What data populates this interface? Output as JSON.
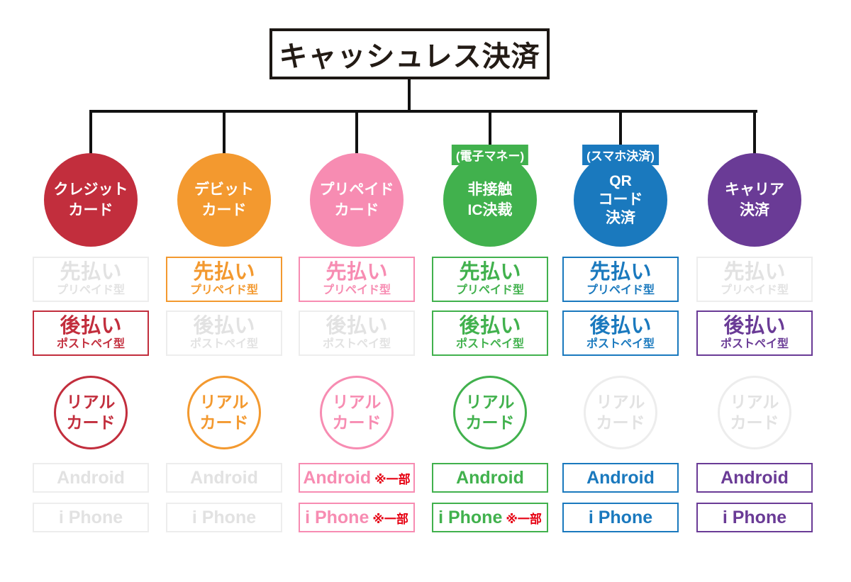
{
  "title": "キャッシュレス決済",
  "partial_note": "※一部",
  "rows": {
    "prepaid": {
      "main": "先払い",
      "sub": "プリペイド型"
    },
    "postpaid": {
      "main": "後払い",
      "sub": "ポストペイ型"
    },
    "real_card": "リアル\nカード",
    "android": "Android",
    "iphone": "i Phone"
  },
  "columns": [
    {
      "id": "credit-card",
      "label": "クレジット\nカード",
      "color": "#c22e3d",
      "tag": ""
    },
    {
      "id": "debit-card",
      "label": "デビット\nカード",
      "color": "#f3992f",
      "tag": ""
    },
    {
      "id": "prepaid-card",
      "label": "プリペイド\nカード",
      "color": "#f78cb2",
      "tag": ""
    },
    {
      "id": "contactless-ic",
      "label": "非接触\nIC決裁",
      "color": "#41b14d",
      "tag": "(電子マネー)"
    },
    {
      "id": "qr-code",
      "label": "QR\nコード\n決済",
      "color": "#1a79be",
      "tag": "(スマホ決済)"
    },
    {
      "id": "carrier",
      "label": "キャリア\n決済",
      "color": "#6a3b96",
      "tag": ""
    }
  ],
  "colors": {
    "line_black": "#111111",
    "inactive_border": "#ededed",
    "inactive_text": "#e2e2e2",
    "note_red": "#e60012"
  }
}
